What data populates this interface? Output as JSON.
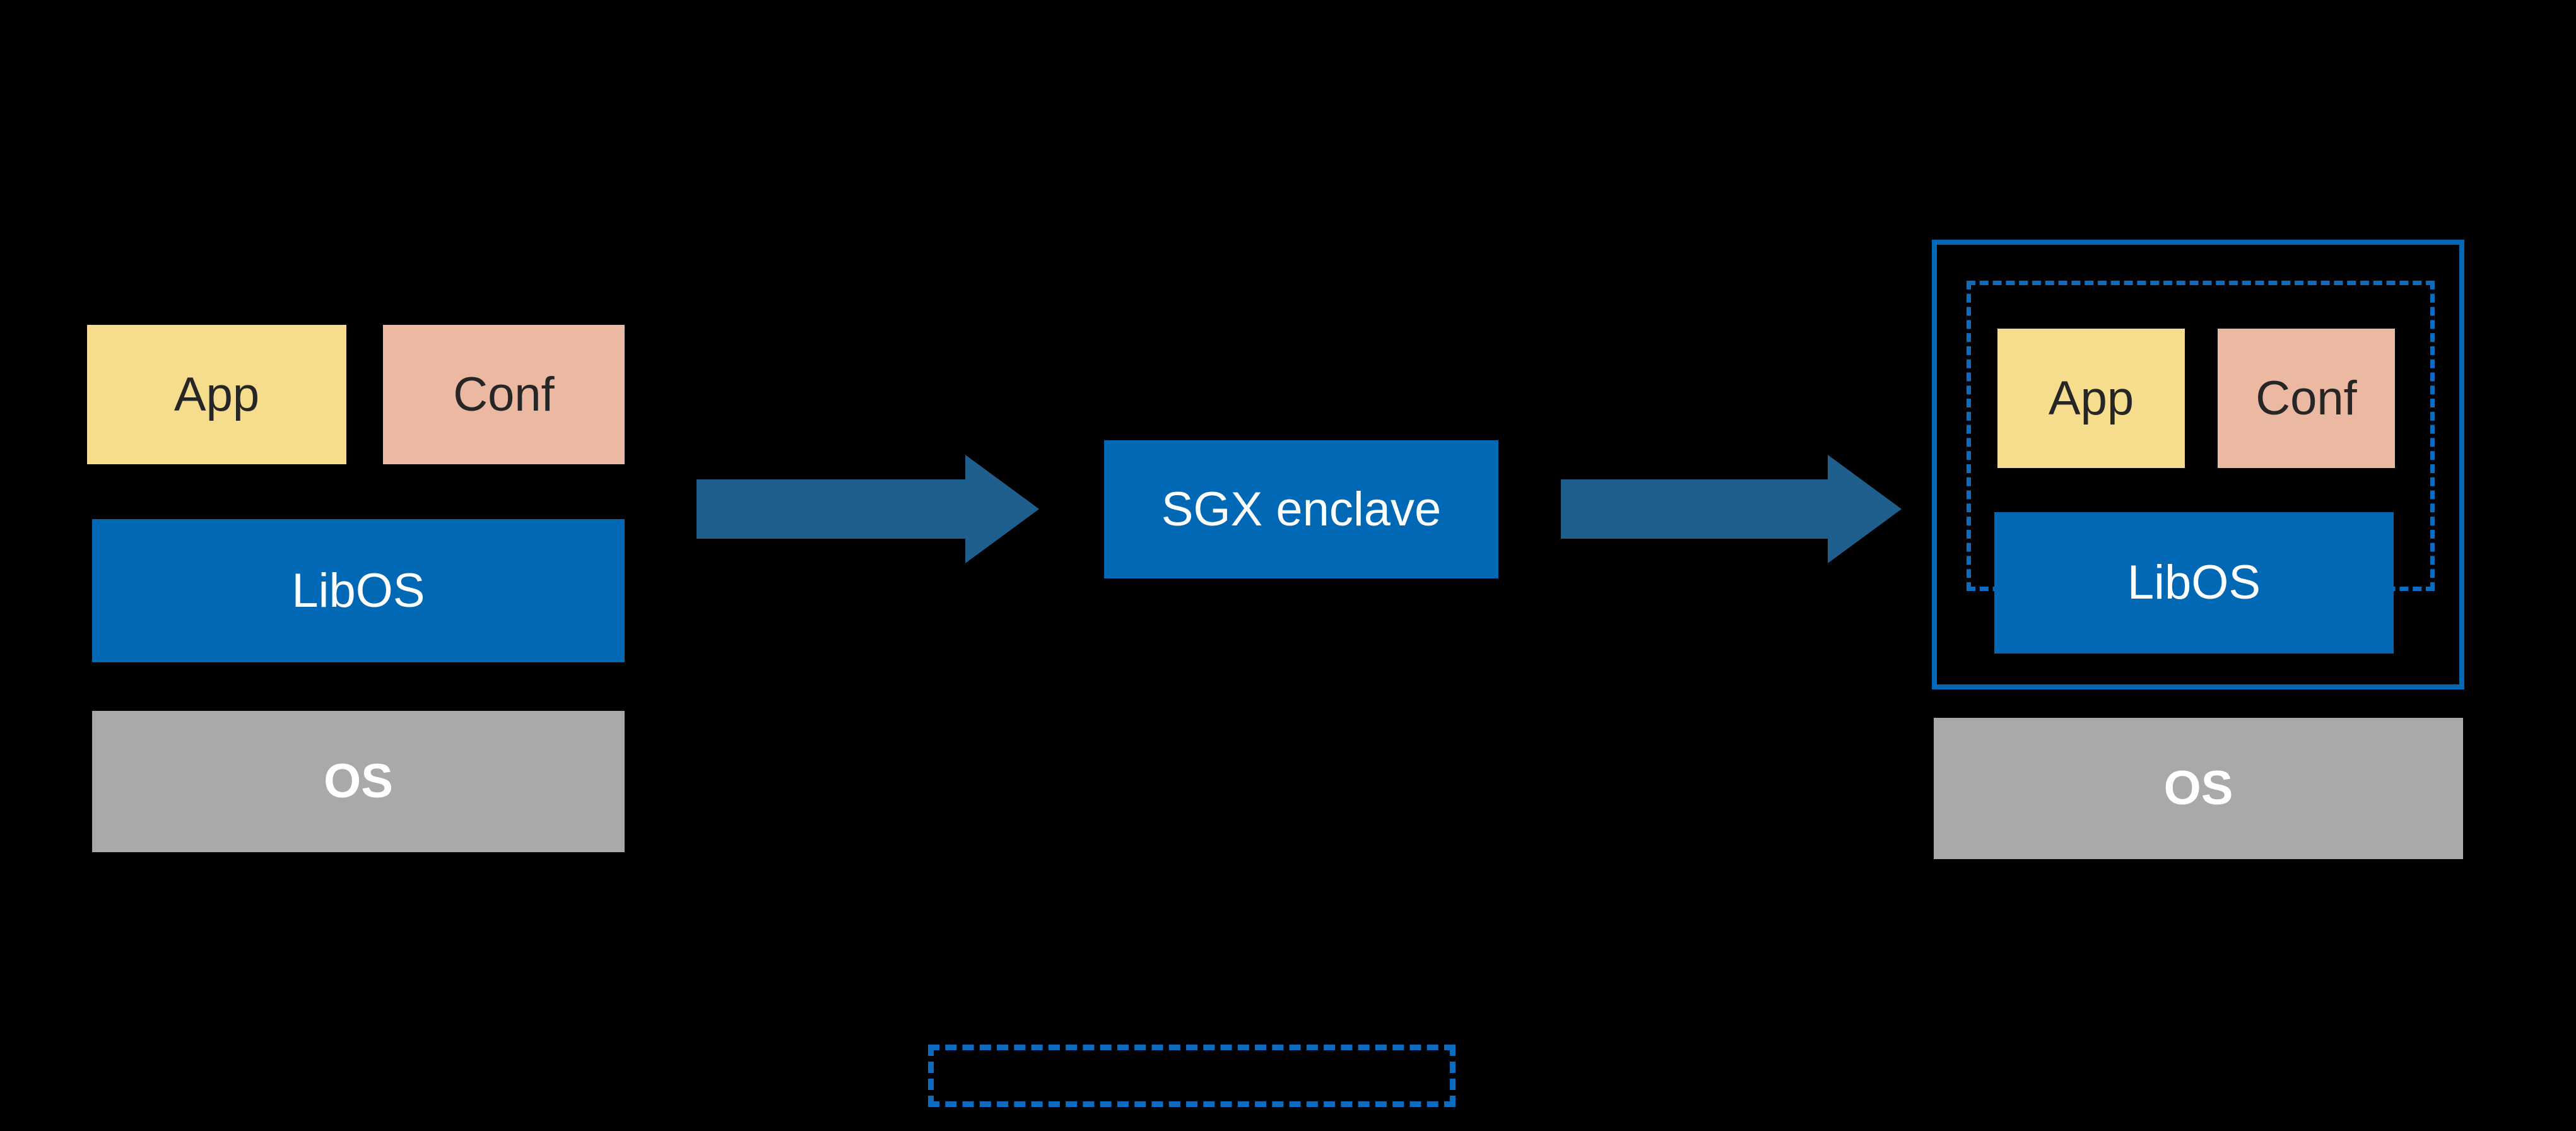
{
  "diagram": {
    "left_stack": {
      "app_label": "App",
      "conf_label": "Conf",
      "libos_label": "LibOS",
      "os_label": "OS"
    },
    "center": {
      "sgx_label": "SGX enclave"
    },
    "right_stack": {
      "app_label": "App",
      "conf_label": "Conf",
      "libos_label": "LibOS",
      "os_label": "OS"
    },
    "legend": {
      "dashed_box_label": ""
    }
  },
  "colors": {
    "background": "#000000",
    "app_fill": "#F5DD8D",
    "conf_fill": "#EBB9A2",
    "blue_fill": "#0068B5",
    "gray_fill": "#A8A9AB",
    "arrow_fill": "#1E5F8E",
    "solid_border_blue": "#0068B5",
    "dashed_border_blue": "#0E6CC0",
    "dark_text": "#262626",
    "light_text": "#FFFFFF"
  }
}
